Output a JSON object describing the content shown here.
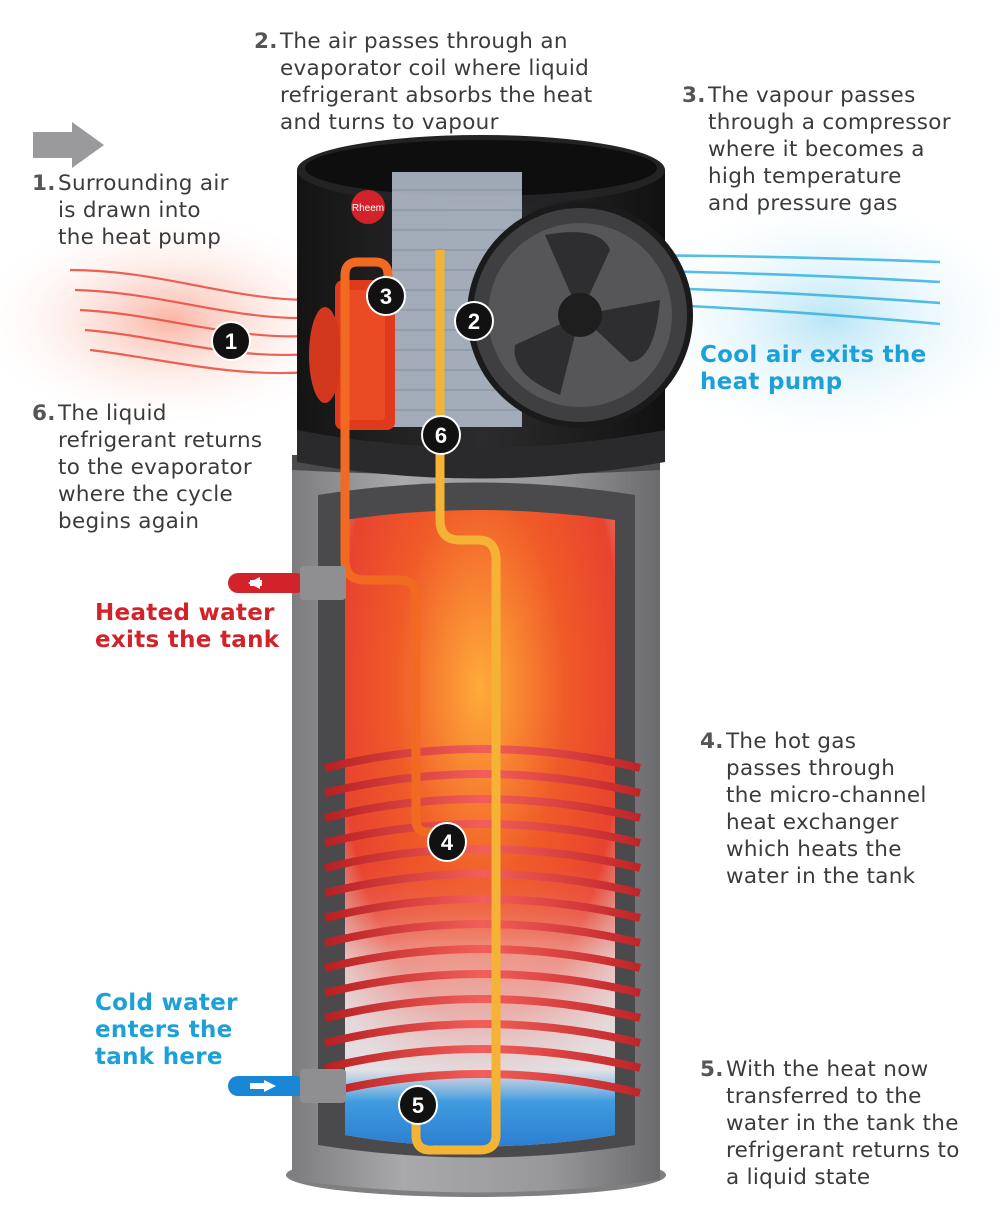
{
  "brand": "Rheem",
  "steps": [
    {
      "num": "1.",
      "text": "Surrounding air\nis drawn into\nthe heat pump"
    },
    {
      "num": "2.",
      "text": "The air passes through an\nevaporator coil where liquid\nrefrigerant absorbs the heat\nand turns to vapour"
    },
    {
      "num": "3.",
      "text": "The vapour passes\nthrough a compressor\nwhere it becomes a\nhigh temperature\nand pressure gas"
    },
    {
      "num": "4.",
      "text": "The hot gas\npasses through\nthe micro-channel\nheat exchanger\nwhich heats the\nwater in the tank"
    },
    {
      "num": "5.",
      "text": "With the heat now\ntransferred to the\nwater in the tank the\nrefrigerant returns to\na liquid state"
    },
    {
      "num": "6.",
      "text": "The liquid\nrefrigerant returns\nto the evaporator\nwhere the cycle\nbegins again"
    }
  ],
  "markers": [
    "1",
    "2",
    "3",
    "4",
    "5",
    "6"
  ],
  "callouts": {
    "cool_air": "Cool air exits the\nheat pump",
    "heated_water": "Heated water\nexits the tank",
    "cold_water": "Cold water\nenters the\ntank here"
  },
  "colors": {
    "hot_accent": "#d2232a",
    "cold_accent": "#1ba0d8",
    "text": "#3b3b3b",
    "marker": "#111111"
  },
  "icons": [
    "arrow-right-icon",
    "fan-icon",
    "compressor-icon"
  ]
}
